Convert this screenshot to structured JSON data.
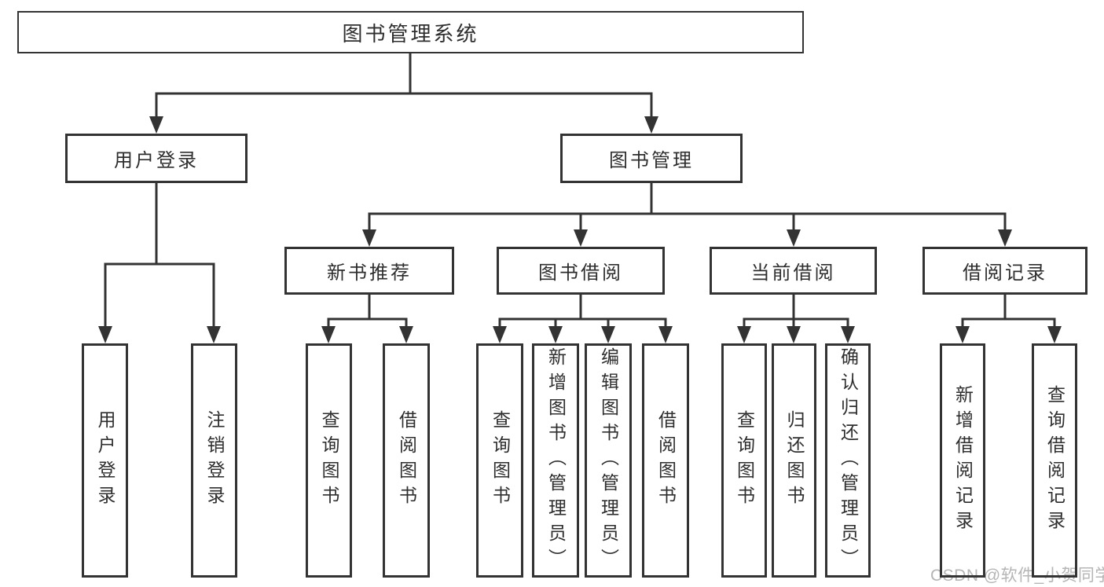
{
  "diagram": {
    "type": "function-structure-tree",
    "nodes": {
      "root": {
        "label": "图书管理系统",
        "children": [
          "user_login",
          "book_management"
        ]
      },
      "user_login": {
        "label": "用户登录",
        "children": [
          "login",
          "logout"
        ]
      },
      "book_management": {
        "label": "图书管理",
        "children": [
          "new_book_recommend",
          "book_borrow",
          "current_borrow",
          "borrow_records"
        ]
      },
      "login": {
        "label": "用户登录",
        "children": []
      },
      "logout": {
        "label": "注销登录",
        "children": []
      },
      "new_book_recommend": {
        "label": "新书推荐",
        "children": [
          "nbr_query_books",
          "nbr_borrow_books"
        ]
      },
      "book_borrow": {
        "label": "图书借阅",
        "children": [
          "bb_query_books",
          "bb_add_books",
          "bb_edit_books",
          "bb_borrow_books"
        ]
      },
      "current_borrow": {
        "label": "当前借阅",
        "children": [
          "cb_query_books",
          "cb_return_books",
          "cb_confirm_return"
        ]
      },
      "borrow_records": {
        "label": "借阅记录",
        "children": [
          "br_add_record",
          "br_query_record"
        ]
      },
      "nbr_query_books": {
        "label": "查询图书",
        "children": []
      },
      "nbr_borrow_books": {
        "label": "借阅图书",
        "children": []
      },
      "bb_query_books": {
        "label": "查询图书",
        "children": []
      },
      "bb_add_books": {
        "label": "新增图书（管理员）",
        "children": []
      },
      "bb_edit_books": {
        "label": "编辑图书（管理员）",
        "children": []
      },
      "bb_borrow_books": {
        "label": "借阅图书",
        "children": []
      },
      "cb_query_books": {
        "label": "查询图书",
        "children": []
      },
      "cb_return_books": {
        "label": "归还图书",
        "children": []
      },
      "cb_confirm_return": {
        "label": "确认归还（管理员）",
        "children": []
      },
      "br_add_record": {
        "label": "新增借阅记录",
        "children": []
      },
      "br_query_record": {
        "label": "查询借阅记录",
        "children": []
      }
    }
  },
  "watermark": {
    "text": "CSDN @软件_小贺同学",
    "color": "#b5b5b5"
  },
  "colors": {
    "line": "#333333",
    "box_border": "#333333",
    "text": "#2e2e2e",
    "background": "#ffffff",
    "watermark": "#b5b5b5"
  }
}
